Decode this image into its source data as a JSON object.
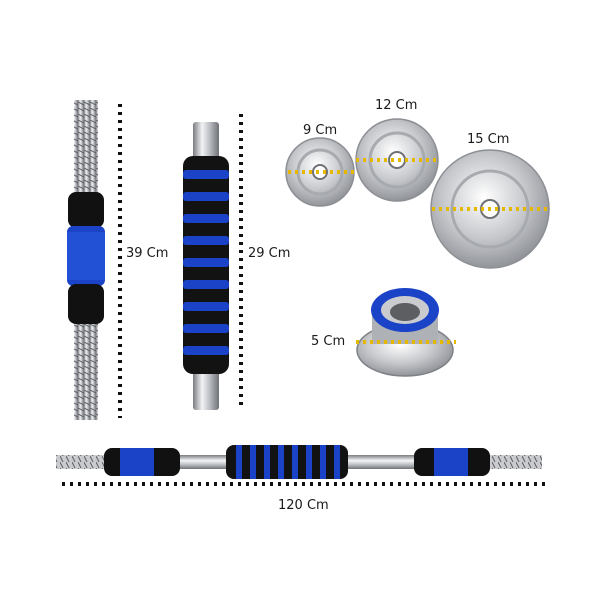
{
  "dimensions": {
    "handle_39": "39 Cm",
    "handle_29": "29 Cm",
    "plate_9": "9 Cm",
    "plate_12": "12 Cm",
    "plate_15": "15 Cm",
    "collar_5": "5 Cm",
    "bar_120": "120 Cm"
  },
  "colors": {
    "blue": "#1b43c8",
    "black": "#111111",
    "chrome": "#c9cbcf",
    "dots": "#111111",
    "yellow_dots": "#e6b800"
  }
}
